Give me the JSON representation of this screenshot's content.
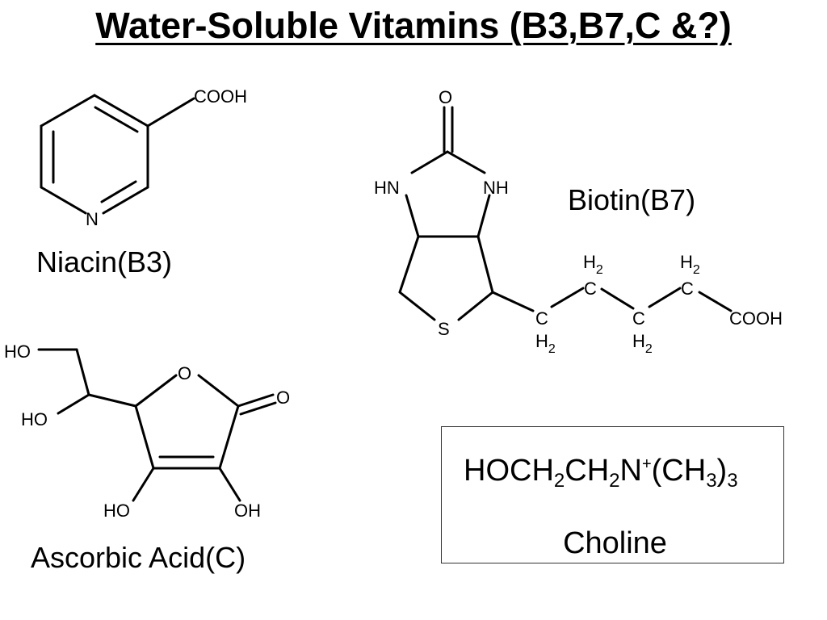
{
  "title": "Water-Soluble Vitamins (B3,B7,C &?)",
  "niacin": {
    "name": "Niacin(B3)",
    "atom_ring_n": "N",
    "group_cooh": "COOH"
  },
  "biotin": {
    "name": "Biotin(B7)",
    "atom_o": "O",
    "atom_hn": "HN",
    "atom_nh": "NH",
    "atom_s": "S",
    "atom_c": "C",
    "h2": "H",
    "h2_sub": "2",
    "group_cooh": "COOH"
  },
  "ascorbic": {
    "name": "Ascorbic Acid(C)",
    "atom_o_ring": "O",
    "atom_o_carbonyl": "O",
    "group_ho_top": "HO",
    "group_ho_mid": "HO",
    "group_ho_bottom": "HO",
    "group_oh_bottom": "OH"
  },
  "choline": {
    "formula_parts": [
      "HOCH",
      "2",
      "CH",
      "2",
      "N",
      "+",
      "(CH",
      "3",
      ")",
      "3"
    ],
    "name": "Choline"
  }
}
